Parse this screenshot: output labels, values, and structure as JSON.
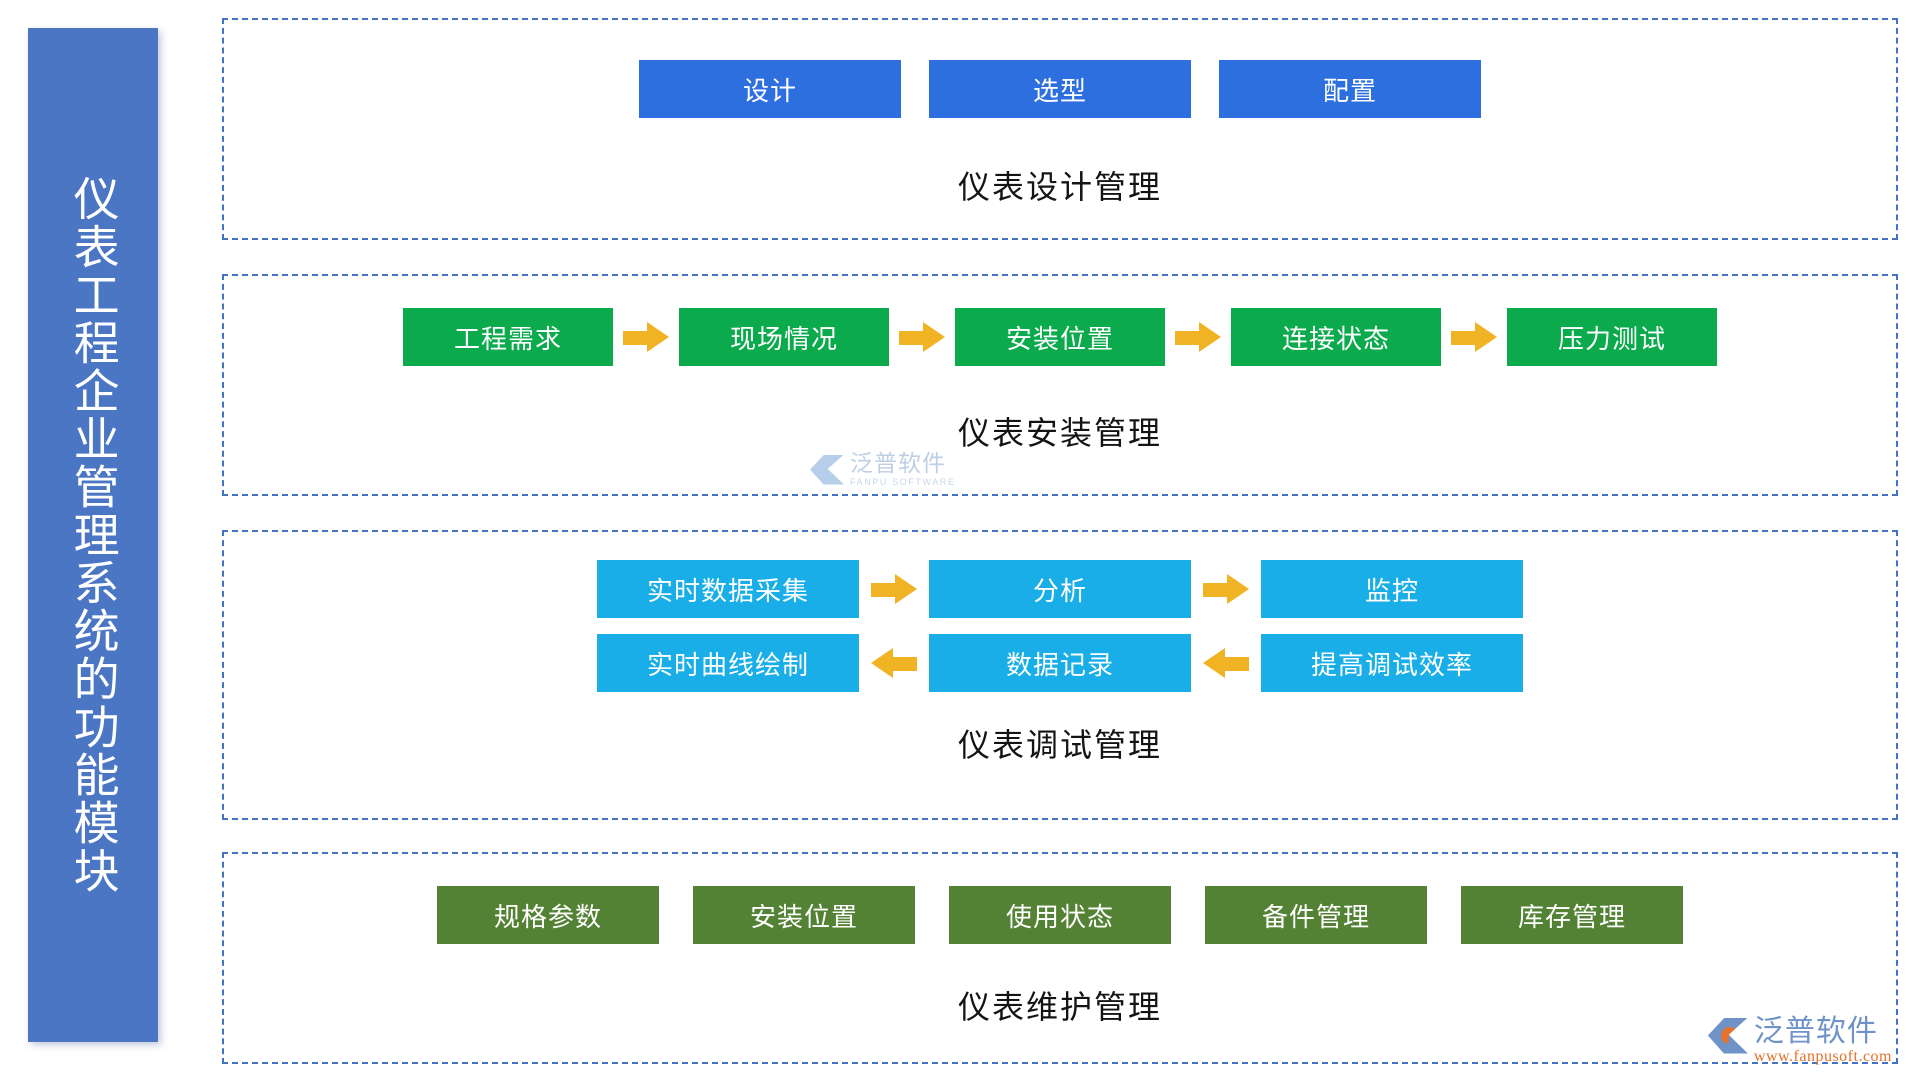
{
  "sidebar": {
    "title": "仪表工程企业管理系统的功能模块"
  },
  "sections": [
    {
      "label": "仪表设计管理",
      "color": "#2E6FE0",
      "rows": [
        {
          "flow": "none",
          "nodes": [
            "设计",
            "选型",
            "配置"
          ]
        }
      ]
    },
    {
      "label": "仪表安装管理",
      "color": "#0BAA4C",
      "rows": [
        {
          "flow": "right",
          "nodes": [
            "工程需求",
            "现场情况",
            "安装位置",
            "连接状态",
            "压力测试"
          ]
        }
      ]
    },
    {
      "label": "仪表调试管理",
      "color": "#19AEE8",
      "rows": [
        {
          "flow": "right",
          "nodes": [
            "实时数据采集",
            "分析",
            "监控"
          ]
        },
        {
          "flow": "left",
          "nodes": [
            "实时曲线绘制",
            "数据记录",
            "提高调试效率"
          ]
        }
      ]
    },
    {
      "label": "仪表维护管理",
      "color": "#548235",
      "rows": [
        {
          "flow": "none",
          "nodes": [
            "规格参数",
            "安装位置",
            "使用状态",
            "备件管理",
            "库存管理"
          ]
        }
      ]
    }
  ],
  "watermark": {
    "cn": "泛普软件",
    "en": "FANPU SOFTWARE"
  },
  "brand": {
    "cn": "泛普软件",
    "url": "www.fanpusoft.com"
  },
  "arrow_color": "#F0B323"
}
